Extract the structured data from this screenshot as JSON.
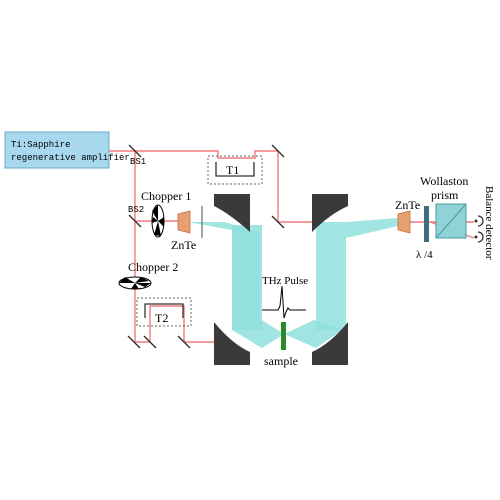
{
  "labels": {
    "laser_line1": "Ti:Sapphire",
    "laser_line2": "regenerative amplifier",
    "bs1": "BS1",
    "bs2": "BS2",
    "t1": "T1",
    "t2": "T2",
    "chopper1": "Chopper 1",
    "chopper2": "Chopper 2",
    "znte_left": "ZnTe",
    "znte_right": "ZnTe",
    "thz_pulse": "THz Pulse",
    "sample": "sample",
    "wollaston_line1": "Wollaston",
    "wollaston_line2": "prism",
    "lambda4": "λ /4",
    "balance_detector": "Balance detector"
  },
  "colors": {
    "laser_box": "#a8d8ee",
    "beam": "#f07a7a",
    "thz_beam": "#8fe0dc",
    "mirror_dark": "#3a3a3a",
    "znte": "#e8a070",
    "sample": "#2a8a2a",
    "waveplate": "#3d6f7a",
    "prism": "#8fd3d8"
  }
}
